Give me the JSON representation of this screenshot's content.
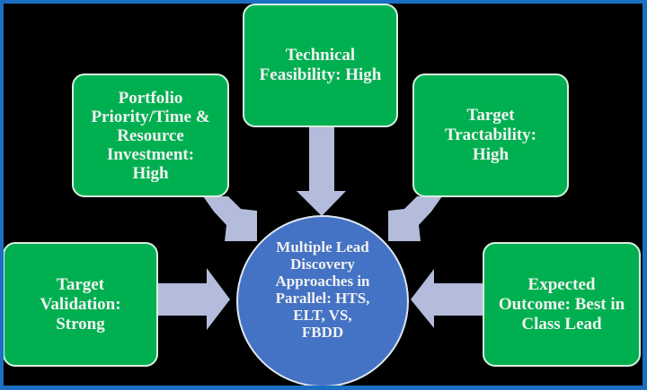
{
  "colors": {
    "frame_border": "#1a6fc2",
    "background": "#000000",
    "box_fill": "#00b050",
    "circle_fill": "#4472c4",
    "arrow_fill": "#b4bcdc",
    "text": "#f2f2f2"
  },
  "center": {
    "label": "Multiple Lead\nDiscovery\nApproaches in\nParallel: HTS,\nELT, VS,\nFBDD"
  },
  "inputs": [
    {
      "id": "technical-feasibility",
      "label": "Technical\nFeasibility: High",
      "arrow_direction": "down"
    },
    {
      "id": "portfolio-priority",
      "label": "Portfolio\nPriority/Time &\nResource\nInvestment:\nHigh",
      "arrow_direction": "down-right"
    },
    {
      "id": "target-tractability",
      "label": "Target\nTractability:\nHigh",
      "arrow_direction": "down-left"
    },
    {
      "id": "target-validation",
      "label": "Target\nValidation:\nStrong",
      "arrow_direction": "right"
    },
    {
      "id": "expected-outcome",
      "label": "Expected\nOutcome:  Best in\nClass Lead",
      "arrow_direction": "left"
    }
  ]
}
